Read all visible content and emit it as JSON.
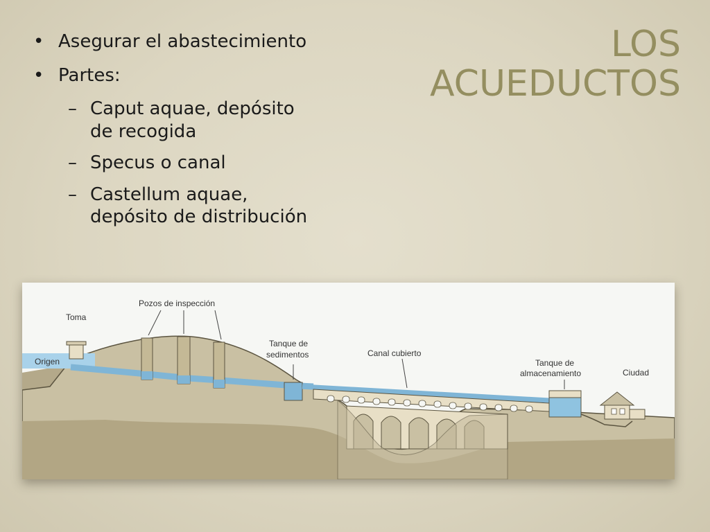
{
  "slide": {
    "title": "LOS ACUEDUCTOS",
    "bullets": [
      "Asegurar el abastecimiento",
      "Partes:"
    ],
    "sub_bullets": [
      {
        "line1": "Caput aquae, depósito",
        "line2": "de recogida"
      },
      {
        "line1": "Specus o canal",
        "line2": ""
      },
      {
        "line1": "Castellum aquae,",
        "line2": "depósito de distribución"
      }
    ]
  },
  "diagram": {
    "labels": {
      "toma": "Toma",
      "origen": "Origen",
      "pozos": "Pozos de inspección",
      "tanque_sedimentos_1": "Tanque de",
      "tanque_sedimentos_2": "sedimentos",
      "canal": "Canal cubierto",
      "tanque_almacen_1": "Tanque de",
      "tanque_almacen_2": "almacenamiento",
      "ciudad": "Ciudad"
    },
    "colors": {
      "title": "#948e60",
      "water": "#8fc3e0",
      "ground": "#c2b89a",
      "ground_dark": "#a99c7b",
      "stone": "#e8dfc6",
      "sky": "#f6f7f4"
    }
  }
}
